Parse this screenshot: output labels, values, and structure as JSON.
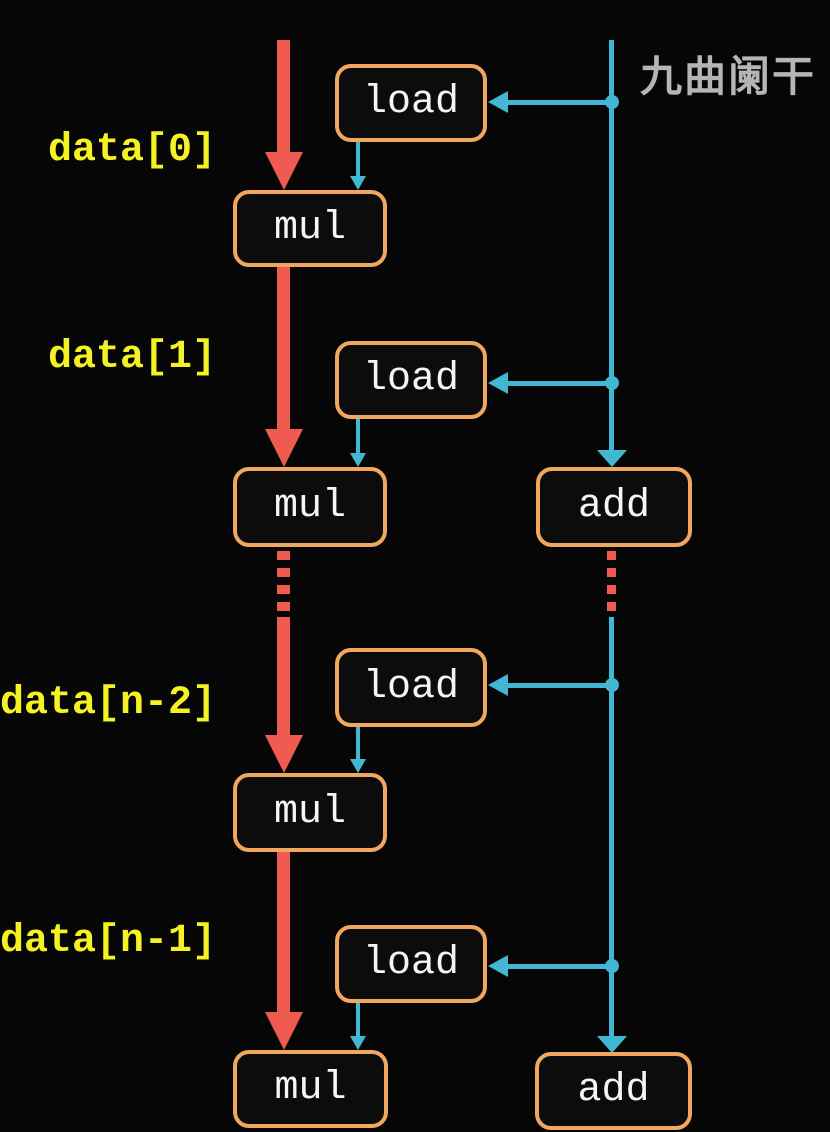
{
  "diagram": {
    "watermark": "九曲阑干",
    "nodes": {
      "load": "load",
      "mul": "mul",
      "add": "add"
    },
    "data_labels": [
      "data[0]",
      "data[1]",
      "data[n-2]",
      "data[n-1]"
    ],
    "colors": {
      "background": "#060606",
      "box_border": "#f0a75f",
      "box_fill": "#0c0c0c",
      "node_text": "#f5f5f5",
      "mul_chain": "#ef5b51",
      "add_chain": "#42b7d4",
      "label": "#f4f222",
      "watermark": "#b5b5b5"
    }
  }
}
